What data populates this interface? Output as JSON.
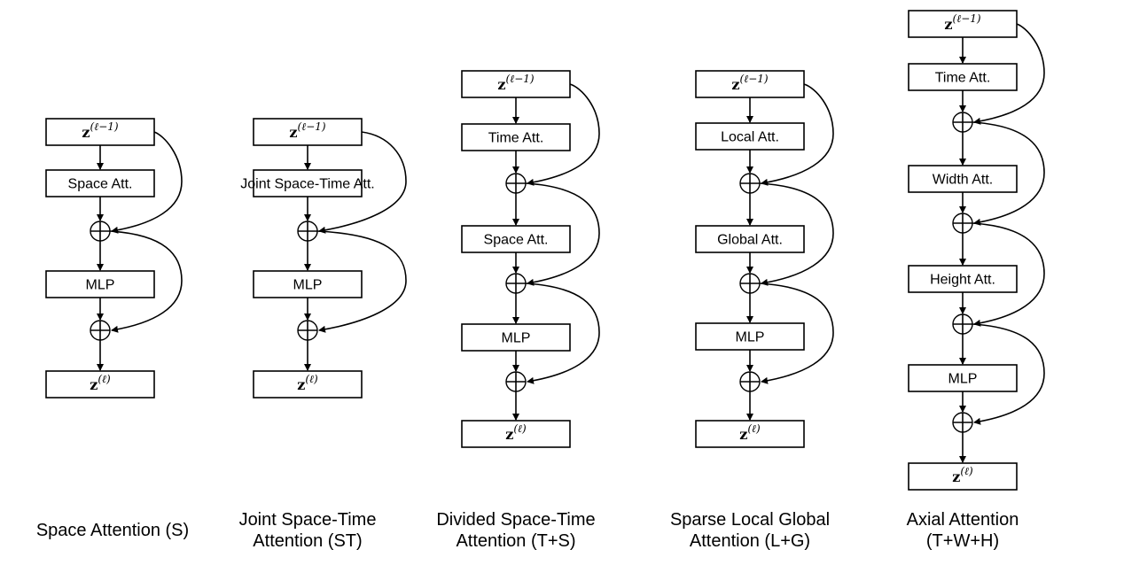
{
  "diagrams": [
    {
      "id": "space-attention",
      "caption": [
        "Space Attention (S)"
      ],
      "nodes": [
        {
          "type": "z",
          "main": "z",
          "sup": "(ℓ−1)"
        },
        {
          "type": "box",
          "label": "Space Att."
        },
        {
          "type": "plus"
        },
        {
          "type": "box",
          "label": "MLP"
        },
        {
          "type": "plus"
        },
        {
          "type": "z",
          "main": "z",
          "sup": "(ℓ)"
        }
      ]
    },
    {
      "id": "joint-space-time-attention",
      "caption": [
        "Joint Space-Time",
        "Attention (ST)"
      ],
      "nodes": [
        {
          "type": "z",
          "main": "z",
          "sup": "(ℓ−1)"
        },
        {
          "type": "box",
          "label": "Joint Space-Time Att."
        },
        {
          "type": "plus"
        },
        {
          "type": "box",
          "label": "MLP"
        },
        {
          "type": "plus"
        },
        {
          "type": "z",
          "main": "z",
          "sup": "(ℓ)"
        }
      ]
    },
    {
      "id": "divided-space-time-attention",
      "caption": [
        "Divided Space-Time",
        "Attention (T+S)"
      ],
      "nodes": [
        {
          "type": "z",
          "main": "z",
          "sup": "(ℓ−1)"
        },
        {
          "type": "box",
          "label": "Time Att."
        },
        {
          "type": "plus"
        },
        {
          "type": "box",
          "label": "Space Att."
        },
        {
          "type": "plus"
        },
        {
          "type": "box",
          "label": "MLP"
        },
        {
          "type": "plus"
        },
        {
          "type": "z",
          "main": "z",
          "sup": "(ℓ)"
        }
      ]
    },
    {
      "id": "sparse-local-global-attention",
      "caption": [
        "Sparse Local Global",
        "Attention (L+G)"
      ],
      "nodes": [
        {
          "type": "z",
          "main": "z",
          "sup": "(ℓ−1)"
        },
        {
          "type": "box",
          "label": "Local Att."
        },
        {
          "type": "plus"
        },
        {
          "type": "box",
          "label": "Global Att."
        },
        {
          "type": "plus"
        },
        {
          "type": "box",
          "label": "MLP"
        },
        {
          "type": "plus"
        },
        {
          "type": "z",
          "main": "z",
          "sup": "(ℓ)"
        }
      ]
    },
    {
      "id": "axial-attention",
      "caption": [
        "Axial Attention",
        "(T+W+H)"
      ],
      "nodes": [
        {
          "type": "z",
          "main": "z",
          "sup": "(ℓ−1)"
        },
        {
          "type": "box",
          "label": "Time Att."
        },
        {
          "type": "plus"
        },
        {
          "type": "box",
          "label": "Width Att."
        },
        {
          "type": "plus"
        },
        {
          "type": "box",
          "label": "Height Att."
        },
        {
          "type": "plus"
        },
        {
          "type": "box",
          "label": "MLP"
        },
        {
          "type": "plus"
        },
        {
          "type": "z",
          "main": "z",
          "sup": "(ℓ)"
        }
      ]
    }
  ]
}
